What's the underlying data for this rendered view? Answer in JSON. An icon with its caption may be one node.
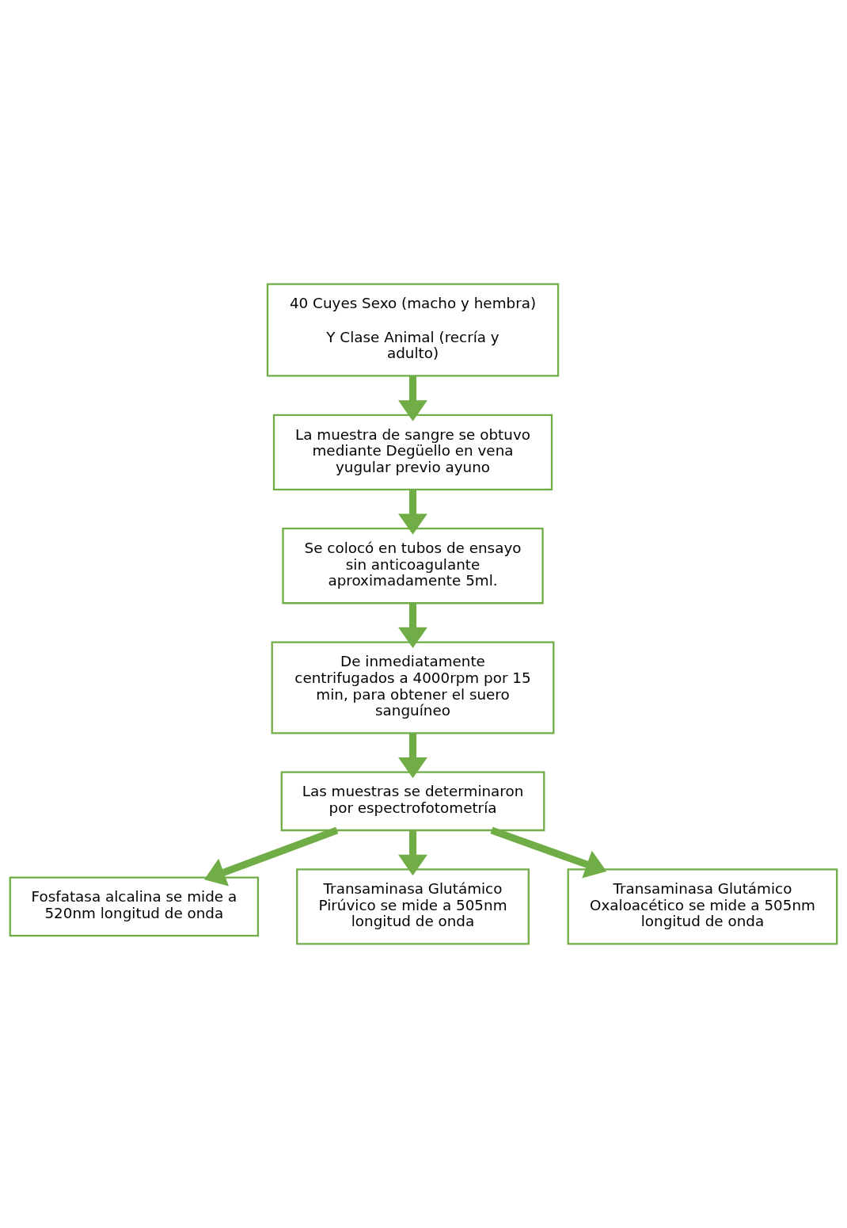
{
  "diagram": {
    "nodes": [
      {
        "text": [
          "40 Cuyes Sexo (macho y hembra)",
          "Y Clase Animal (recría y adulto)"
        ]
      },
      {
        "text": [
          "La muestra de sangre se obtuvo mediante Degüello en vena yugular previo ayuno"
        ]
      },
      {
        "text": [
          "Se colocó en tubos de ensayo sin anticoagulante aproximadamente 5ml."
        ]
      },
      {
        "text": [
          "De inmediatamente centrifugados a 4000rpm por 15 min, para obtener el suero sanguíneo"
        ]
      },
      {
        "text": [
          "Las muestras se determinaron por espectrofotometría"
        ]
      },
      {
        "text": [
          "Fosfatasa alcalina se mide a 520nm longitud de onda"
        ]
      },
      {
        "text": [
          "Transaminasa Glutámico Pirúvico se mide a 505nm longitud de onda"
        ]
      },
      {
        "text": [
          "Transaminasa Glutámico Oxaloacético se mide a 505nm longitud de onda"
        ]
      }
    ],
    "edges": [
      {
        "from": 0,
        "to": 1,
        "arrow": "to"
      },
      {
        "from": 1,
        "to": 2,
        "arrow": "to"
      },
      {
        "from": 2,
        "to": 3,
        "arrow": "to"
      },
      {
        "from": 3,
        "to": 4,
        "arrow": "to"
      },
      {
        "from": 4,
        "to": 5,
        "arrow": "to"
      },
      {
        "from": 4,
        "to": 6,
        "arrow": "to"
      },
      {
        "from": 4,
        "to": 7,
        "arrow": "to"
      }
    ]
  }
}
